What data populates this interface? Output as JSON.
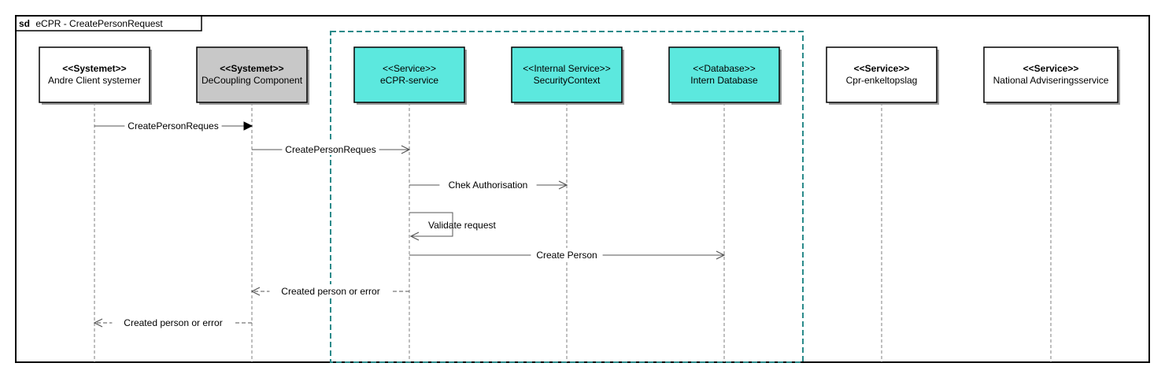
{
  "frame": {
    "keyword": "sd",
    "title": "eCPR - CreatePersonRequest"
  },
  "colors": {
    "service_fill": "#5ce8de",
    "decoupling_fill": "#c8c8c8",
    "default_fill": "#ffffff",
    "boundary_stroke": "#2a8a8a"
  },
  "participants": [
    {
      "stereotype": "<<Systemet>>",
      "name": "Andre Client systemer",
      "style": "default",
      "bold_stereotype": true
    },
    {
      "stereotype": "<<Systemet>>",
      "name": "DeCoupling Component",
      "style": "decoupling",
      "bold_stereotype": true
    },
    {
      "stereotype": "<<Service>>",
      "name": "eCPR-service",
      "style": "service",
      "bold_stereotype": false
    },
    {
      "stereotype": "<<Internal Service>>",
      "name": "SecurityContext",
      "style": "service",
      "bold_stereotype": false
    },
    {
      "stereotype": "<<Database>>",
      "name": "Intern Database",
      "style": "service",
      "bold_stereotype": false
    },
    {
      "stereotype": "<<Service>>",
      "name": "Cpr-enkeltopslag",
      "style": "default",
      "bold_stereotype": true
    },
    {
      "stereotype": "<<Service>>",
      "name": "National Adviseringsservice",
      "style": "default",
      "bold_stereotype": true
    }
  ],
  "messages": [
    {
      "from": 0,
      "to": 1,
      "label": "CreatePersonReques",
      "kind": "sync"
    },
    {
      "from": 1,
      "to": 2,
      "label": "CreatePersonReques",
      "kind": "async"
    },
    {
      "from": 2,
      "to": 3,
      "label": "Chek Authorisation",
      "kind": "async"
    },
    {
      "from": 2,
      "to": 2,
      "label": "Validate request",
      "kind": "self"
    },
    {
      "from": 2,
      "to": 4,
      "label": "Create Person",
      "kind": "async"
    },
    {
      "from": 2,
      "to": 1,
      "label": "Created person or error",
      "kind": "return"
    },
    {
      "from": 1,
      "to": 0,
      "label": "Created person or error",
      "kind": "return"
    }
  ]
}
